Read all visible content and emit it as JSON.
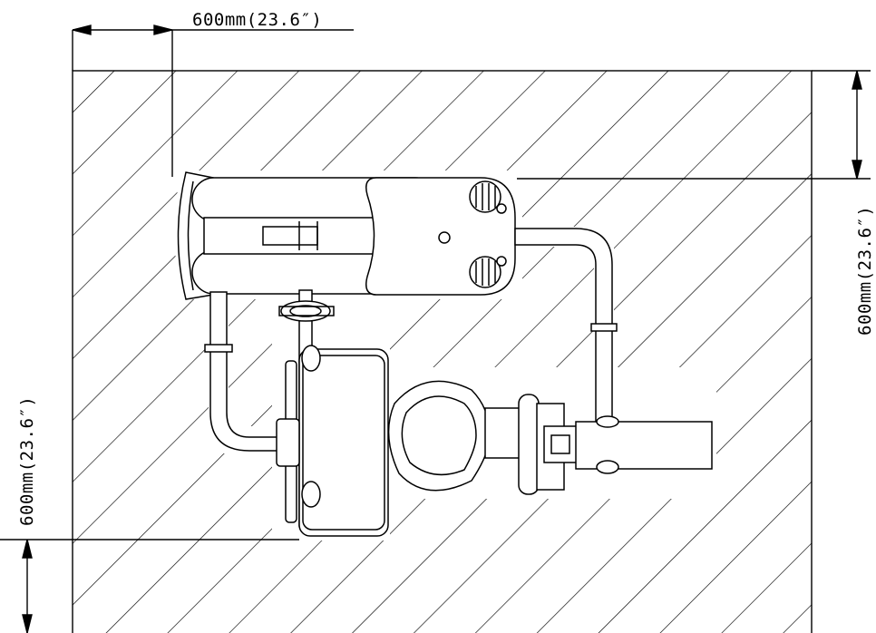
{
  "dimensions": {
    "top": "600mm(23.6″)",
    "right": "600mm(23.6″)",
    "left": "600mm(23.6″)"
  },
  "colors": {
    "line": "#000000",
    "background": "#ffffff"
  }
}
